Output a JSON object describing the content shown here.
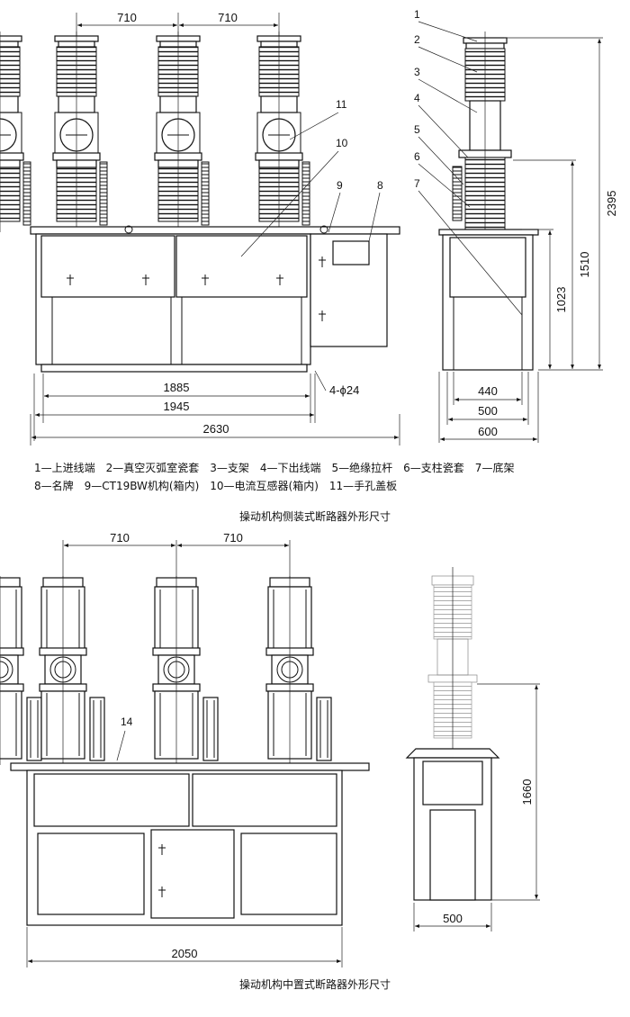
{
  "top_view": {
    "dims": {
      "pitch_left": "710",
      "pitch_right": "710",
      "w1885": "1885",
      "w1945": "1945",
      "w2630": "2630",
      "holes": "4-ϕ24",
      "w440": "440",
      "w500": "500",
      "w600": "600",
      "h1023": "1023",
      "h1510": "1510",
      "h2395": "2395"
    },
    "callouts": [
      "1",
      "2",
      "3",
      "4",
      "5",
      "6",
      "7",
      "8",
      "9",
      "10",
      "11"
    ],
    "legend_line1": "1—上进线端　2—真空灭弧室瓷套　3—支架　4—下出线端　5—绝缘拉杆　6—支柱瓷套　7—底架",
    "legend_line2": "8—名牌　9—CT19BW机构(箱内)　10—电流互感器(箱内)　11—手孔盖板",
    "caption": "操动机构侧装式断路器外形尺寸"
  },
  "bottom_view": {
    "dims": {
      "pitch_left": "710",
      "pitch_right": "710",
      "w2050": "2050",
      "w500": "500",
      "h1660": "1660"
    },
    "callout_14": "14",
    "caption": "操动机构中置式断路器外形尺寸"
  }
}
